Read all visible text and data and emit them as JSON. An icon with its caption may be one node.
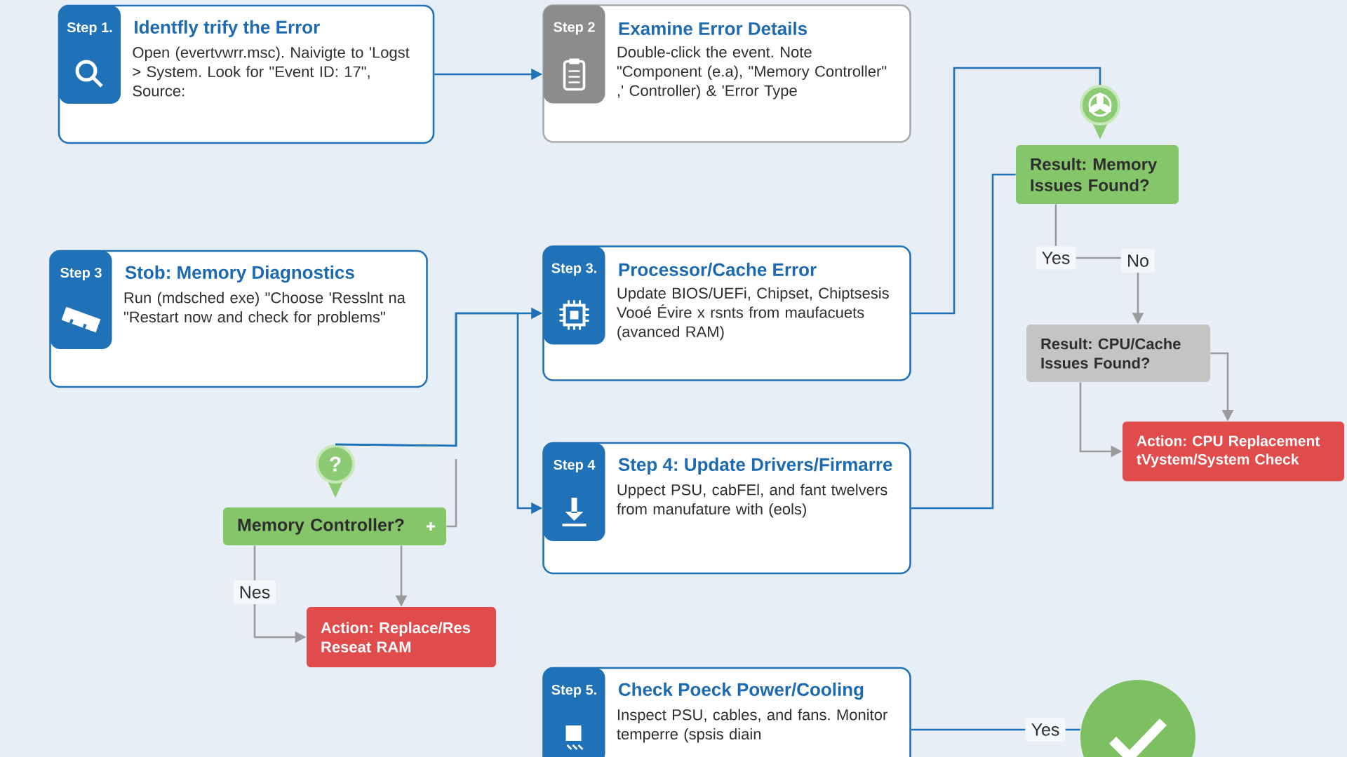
{
  "diagram": {
    "nodes": [
      {
        "text": [
          "Step 1.",
          "Identfly trify the Error",
          "Open (evertvwrr.msc). Naivigte to 'Logst > System. Look for \"Event ID: 17\", Source:"
        ]
      },
      {
        "text": [
          "Step 2",
          "Examine Error Details",
          "Double-click the event. Note \"Component (e.a), \"Memory Controller\" ,' Controller) & 'Error Type"
        ]
      },
      {
        "text": [
          "Step 3",
          "Stob: Memory Diagnostics",
          "Run (mdsched exe) \"Choose 'Resslnt na \"Restart now and check for problems\""
        ]
      },
      {
        "text": [
          "Step 3.",
          "Processor/Cache Error",
          "Update BIOS/UEFi, Chipset, Chiptsesis Vooé Évire x rsnts from maufacuets (avanced RAM)"
        ]
      },
      {
        "text": [
          "Step 4",
          "Step 4: Update Drivers/Firmarre",
          "Uppect PSU, cabFEl, and fant twelvers from manufature with (eols)"
        ]
      },
      {
        "text": [
          "Step 5.",
          "Check Poeck Power/Cooling",
          "Inspect PSU, cables, and fans. Monitor temperre (spsis diain"
        ]
      },
      {
        "text": [
          "?"
        ]
      },
      {
        "text": [
          "Memory Controller?"
        ]
      },
      {
        "text": [
          "Action: Replace/Res Reseat RAM"
        ]
      },
      {
        "text": [],
        "shape": "pin"
      },
      {
        "text": [
          "Result: Memory Issues Found?"
        ]
      },
      {
        "text": [
          "Result: CPU/Cache Issues Found?"
        ]
      },
      {
        "text": [
          "Action: CPU Replacement tVystem/System Check"
        ]
      },
      {
        "text": [],
        "shape": "circle"
      },
      {
        "text": [
          "Yes"
        ]
      },
      {
        "text": [
          "No"
        ]
      },
      {
        "text": [
          "Nes"
        ]
      },
      {
        "text": [
          "Yes"
        ]
      }
    ],
    "edges": [
      {
        "from": 0,
        "to": 1,
        "arrow": "to",
        "color": "#1f72b8"
      },
      {
        "from": 6,
        "to": 3,
        "arrow": "to",
        "color": "#1f72b8"
      },
      {
        "from": 6,
        "to": 4,
        "arrow": "to",
        "color": "#1f72b8"
      },
      {
        "from": 3,
        "to": 9,
        "arrow": "none",
        "color": "#1f72b8"
      },
      {
        "from": 4,
        "to": 10,
        "arrow": "none",
        "color": "#1f72b8"
      },
      {
        "from": 5,
        "to": 17,
        "arrow": "none",
        "color": "#1f72b8"
      },
      {
        "from": 17,
        "to": 13,
        "arrow": "none",
        "color": "#1f72b8"
      },
      {
        "from": 15,
        "to": 11,
        "arrow": "to"
      },
      {
        "from": 11,
        "to": 12,
        "arrow": "to"
      },
      {
        "from": 11,
        "to": 12,
        "arrow": "to"
      },
      {
        "from": 7,
        "to": 16,
        "arrow": "none"
      },
      {
        "from": 16,
        "to": 8,
        "arrow": "to"
      },
      {
        "from": 7,
        "to": 8,
        "arrow": "to"
      },
      {
        "from": 7,
        "to": null,
        "arrow": "none"
      },
      {
        "from": 10,
        "to": 14,
        "arrow": "none"
      },
      {
        "from": 14,
        "to": 15,
        "arrow": "none"
      }
    ]
  }
}
